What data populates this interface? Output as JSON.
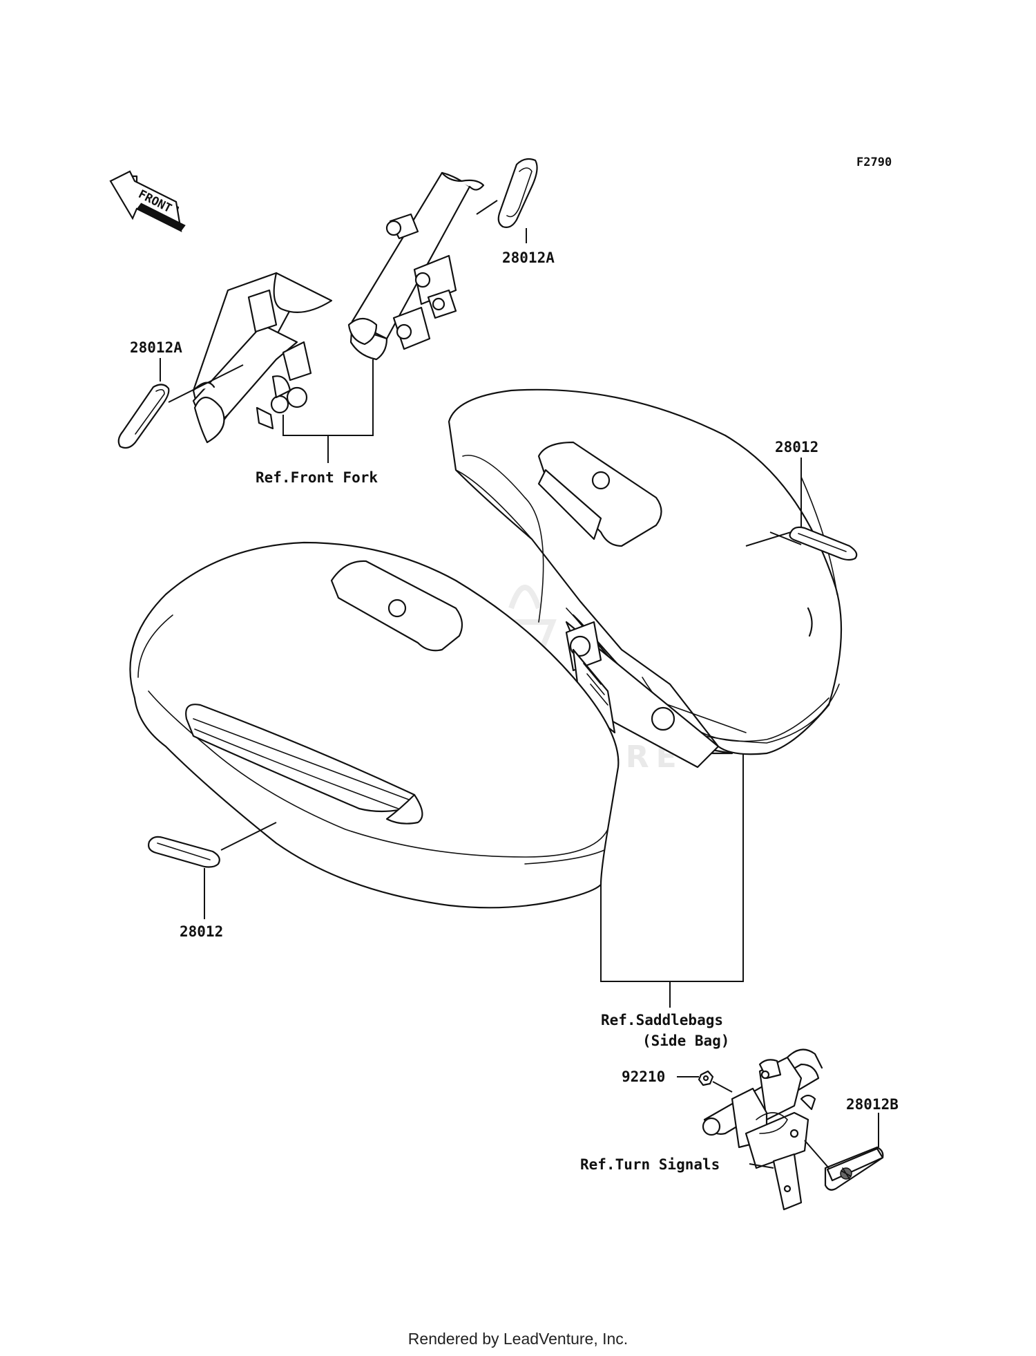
{
  "diagram_code": "F2790",
  "front_arrow_text": "FRONT",
  "watermark": "LEADVENTURE",
  "footer": "Rendered by LeadVenture, Inc.",
  "labels": {
    "p28012a_top": "28012A",
    "p28012a_left": "28012A",
    "ref_front_fork": "Ref.Front Fork",
    "p28012_right": "28012",
    "p28012_left": "28012",
    "ref_saddlebags": "Ref.Saddlebags",
    "ref_saddlebags_sub": "(Side Bag)",
    "p92210": "92210",
    "p28012b": "28012B",
    "ref_turn_signals": "Ref.Turn Signals"
  }
}
